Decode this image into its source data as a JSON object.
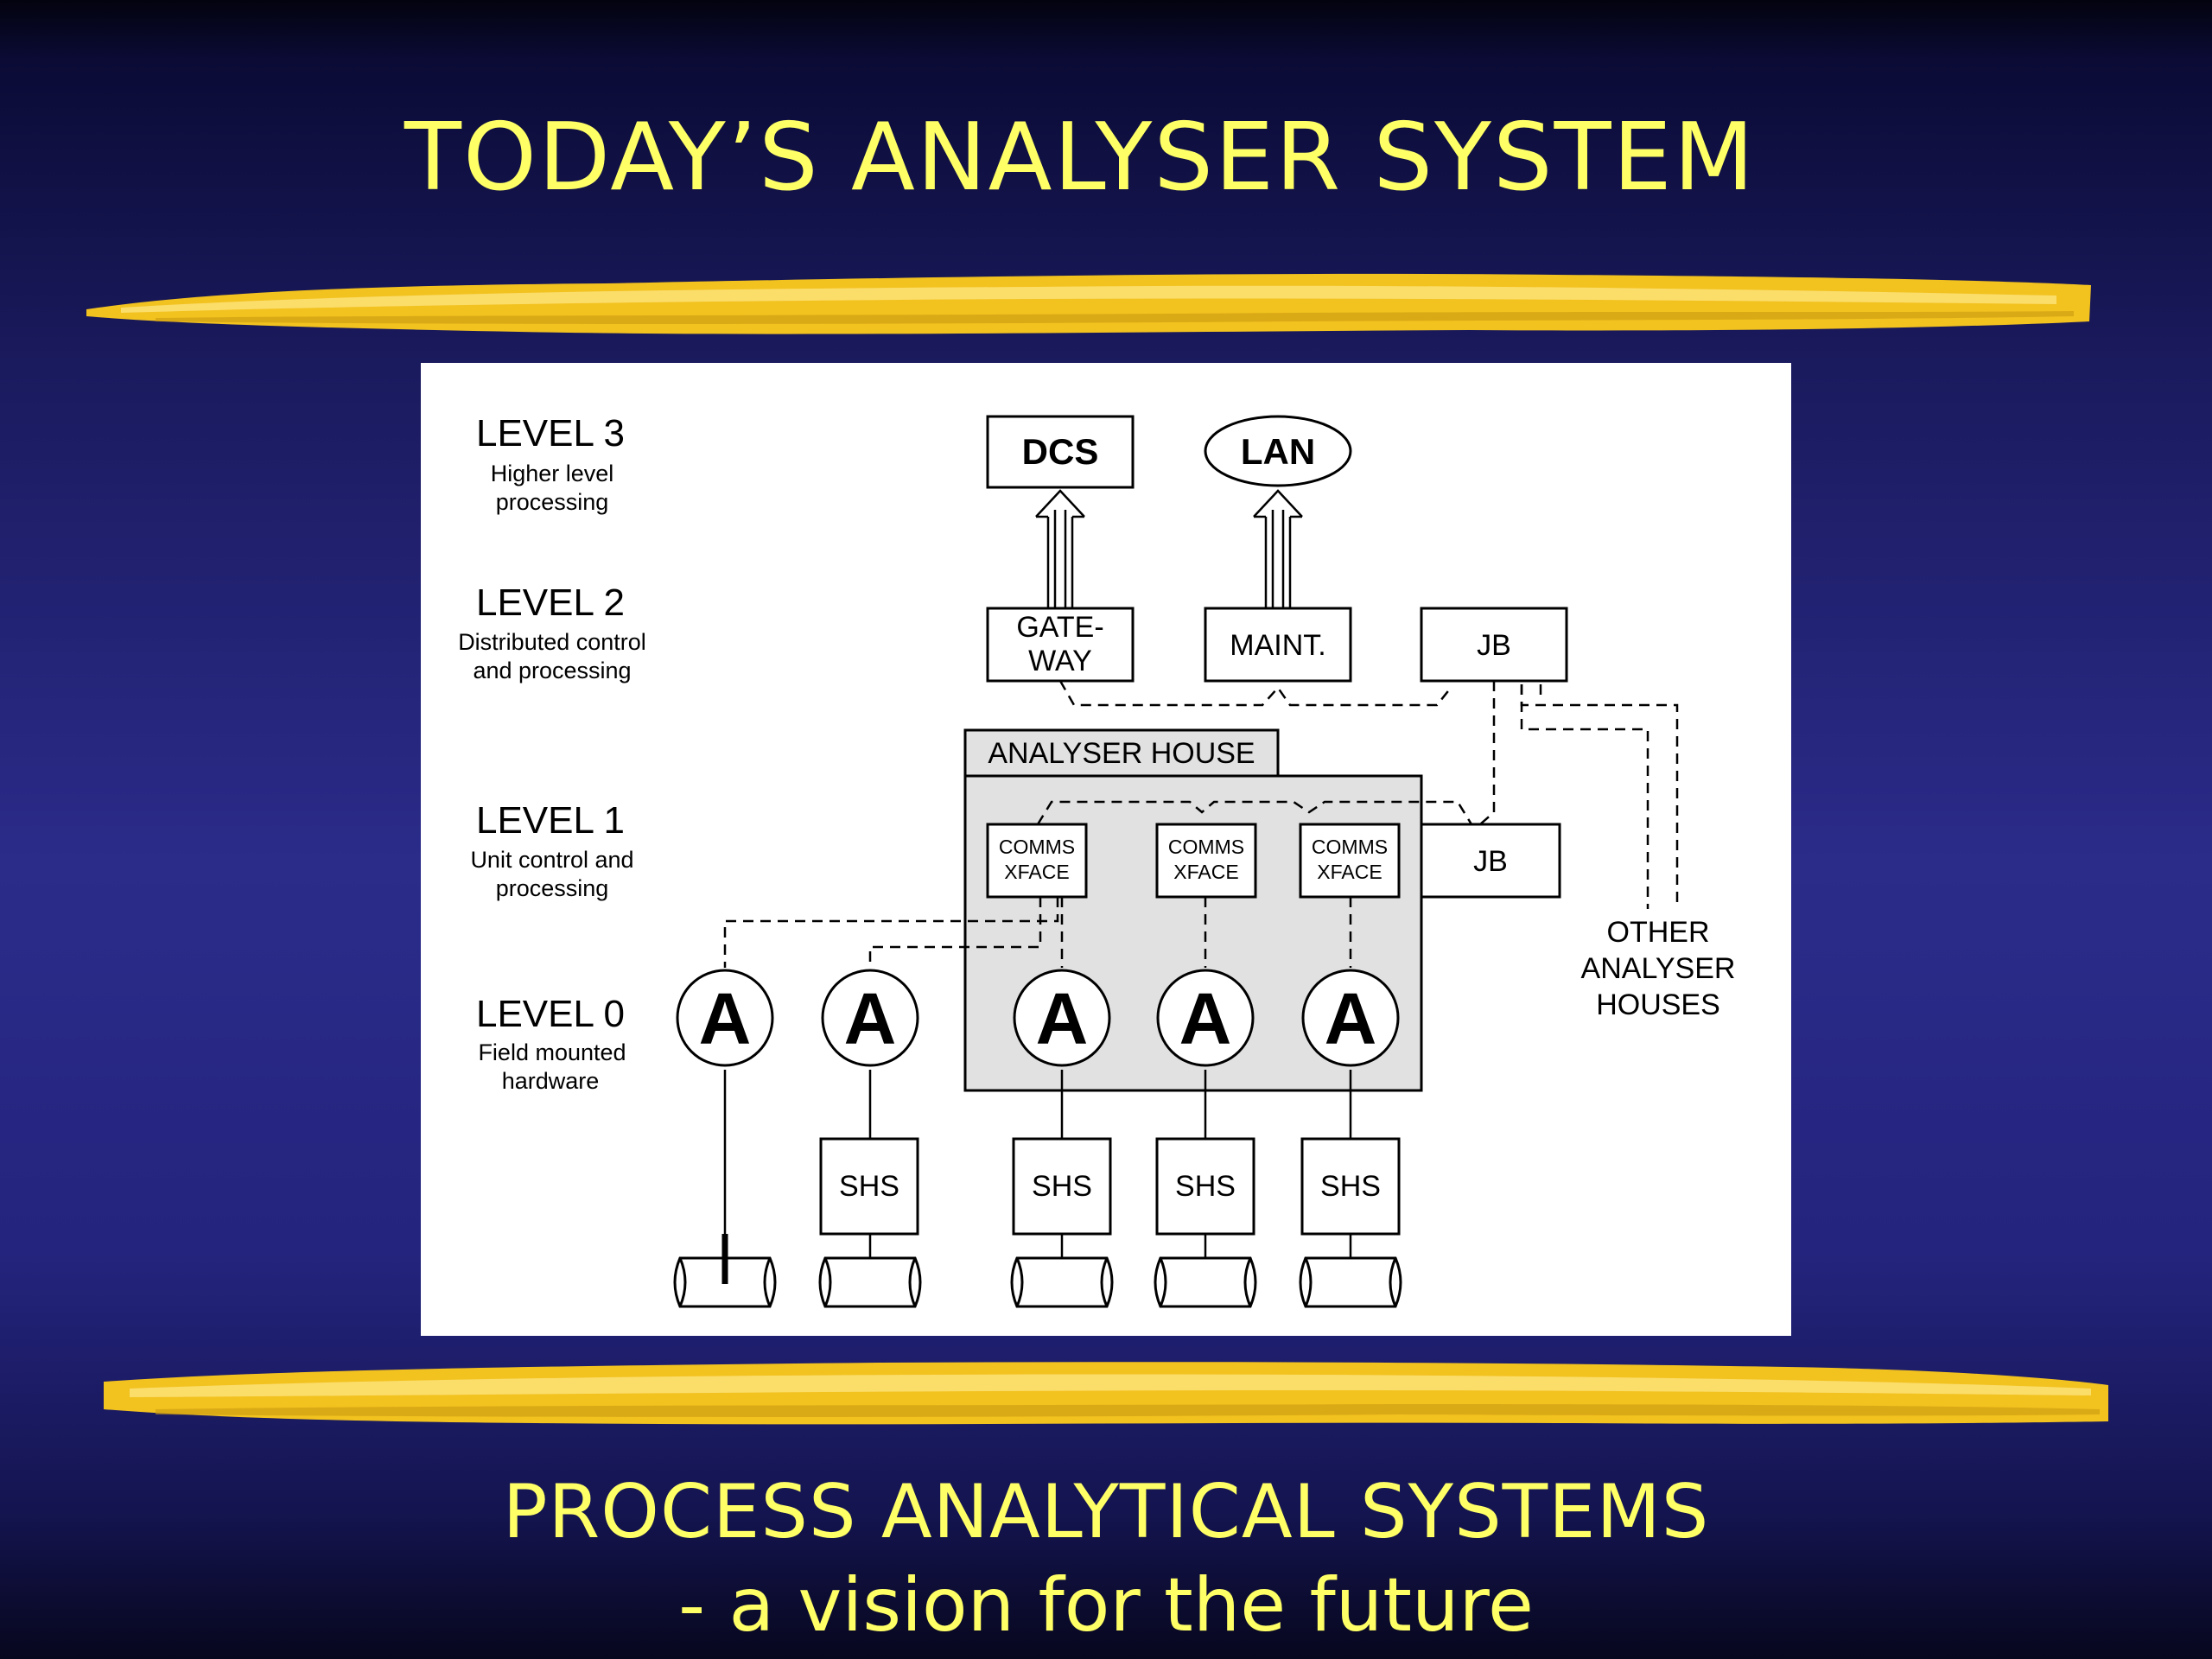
{
  "title": "TODAY’S ANALYSER SYSTEM",
  "footer": {
    "line1": "PROCESS ANALYTICAL SYSTEMS",
    "line2": "- a vision for the future"
  },
  "colors": {
    "background": "#1e1e6e",
    "title": "#ffff66",
    "brush": "#f2c21f",
    "house_fill": "#e1e1e1"
  },
  "levels": [
    {
      "title": "LEVEL 3",
      "line1": "Higher level",
      "line2": "processing"
    },
    {
      "title": "LEVEL 2",
      "line1": "Distributed control",
      "line2": "and processing"
    },
    {
      "title": "LEVEL 1",
      "line1": "Unit control and",
      "line2": "processing"
    },
    {
      "title": "LEVEL 0",
      "line1": "Field mounted",
      "line2": "hardware"
    }
  ],
  "nodes": {
    "dcs": "DCS",
    "lan": "LAN",
    "gateway_line1": "GATE-",
    "gateway_line2": "WAY",
    "maint": "MAINT.",
    "jb": "JB",
    "analyser_house": "ANALYSER HOUSE",
    "comms_line1": "COMMS",
    "comms_line2": "XFACE",
    "analyser": "A",
    "shs": "SHS",
    "other_line1": "OTHER",
    "other_line2": "ANALYSER",
    "other_line3": "HOUSES"
  }
}
